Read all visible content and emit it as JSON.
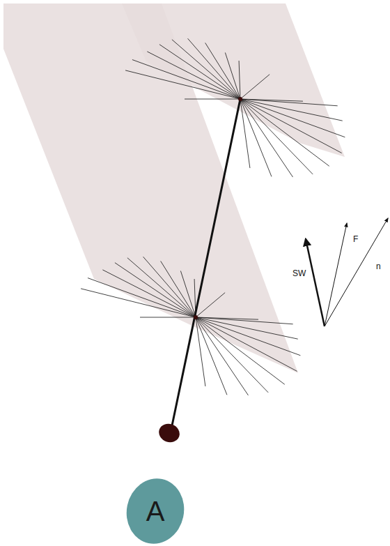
{
  "diagram": {
    "nodes": [
      {
        "text": [
          "A"
        ]
      }
    ],
    "labels": [
      "SW",
      "F",
      "n"
    ]
  }
}
